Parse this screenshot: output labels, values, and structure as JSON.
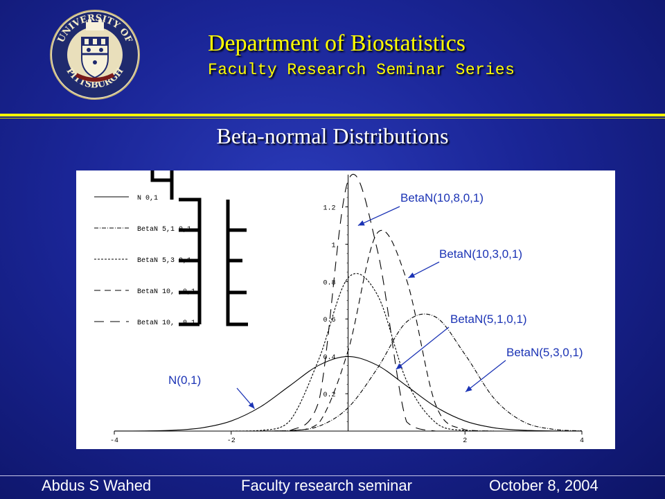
{
  "header": {
    "department": "Department of Biostatistics",
    "series": "Faculty Research Seminar Series",
    "logo_text": "UNIVERSITY OF PITTSBURGH"
  },
  "slide": {
    "title": "Beta-normal Distributions"
  },
  "footer": {
    "author": "Abdus S Wahed",
    "event": "Faculty research seminar",
    "date": "October 8, 2004"
  },
  "colors": {
    "background": "#1a2596",
    "accent": "#ffff00",
    "callout": "#1b33b5"
  },
  "chart_data": {
    "type": "line",
    "x": [
      -4,
      -3.5,
      -3,
      -2.5,
      -2,
      -1.5,
      -1,
      -0.5,
      0,
      0.5,
      1,
      1.5,
      2,
      2.5,
      3,
      3.5,
      4
    ],
    "xlim": [
      -4,
      4
    ],
    "ylim": [
      0,
      1.35
    ],
    "x_ticks": [
      "-4",
      "-2",
      "2",
      "4"
    ],
    "y_ticks": [
      "0.2",
      "0.4",
      "0.6",
      "0.8",
      "1",
      "1.2"
    ],
    "series": [
      {
        "name": "N(0,1)",
        "dash": "none",
        "legend": "N 0,1",
        "values": [
          0.0001,
          0.0009,
          0.0044,
          0.0175,
          0.054,
          0.1295,
          0.242,
          0.3521,
          0.3989,
          0.3521,
          0.242,
          0.1295,
          0.054,
          0.0175,
          0.0044,
          0.0009,
          0.0001
        ]
      },
      {
        "name": "BetaN(5,1,0,1)",
        "dash": "6 2 1 2",
        "legend": "BetaN 5,1 0,1",
        "values": [
          0,
          0,
          0,
          0,
          0,
          0,
          0.0024,
          0.026,
          0.125,
          0.335,
          0.584,
          0.61,
          0.41,
          0.174,
          0.05,
          0.01,
          0.001
        ]
      },
      {
        "name": "BetaN(5,3,0,1)",
        "dash": "3 2",
        "legend": "BetaN 5,3 0,1",
        "values": [
          0,
          0,
          0,
          0,
          0,
          0.003,
          0.054,
          0.385,
          0.82,
          0.73,
          0.27,
          0.045,
          0.003,
          0,
          0,
          0,
          0
        ]
      },
      {
        "name": "BetaN(10,3,0,1)",
        "dash": "9 6",
        "legend": "BetaN 10,  ,0,1",
        "values": [
          0,
          0,
          0,
          0,
          0,
          0,
          0.001,
          0.043,
          0.43,
          1.06,
          0.81,
          0.14,
          0.007,
          0,
          0,
          0,
          0
        ]
      },
      {
        "name": "BetaN(10,8,0,1)",
        "dash": "14 9",
        "legend": "BetaN 10,  ,0,1",
        "values": [
          0,
          0,
          0,
          0,
          0,
          0,
          0.002,
          0.16,
          1.34,
          0.97,
          0.05,
          0,
          0,
          0,
          0,
          0,
          0
        ]
      }
    ],
    "callouts": [
      {
        "label": "BetaN(10,8,0,1)",
        "series": 4
      },
      {
        "label": "BetaN(10,3,0,1)",
        "series": 3
      },
      {
        "label": "BetaN(5,1,0,1)",
        "series": 1
      },
      {
        "label": "BetaN(5,3,0,1)",
        "series": 2
      },
      {
        "label": "N(0,1)",
        "series": 0
      }
    ]
  }
}
